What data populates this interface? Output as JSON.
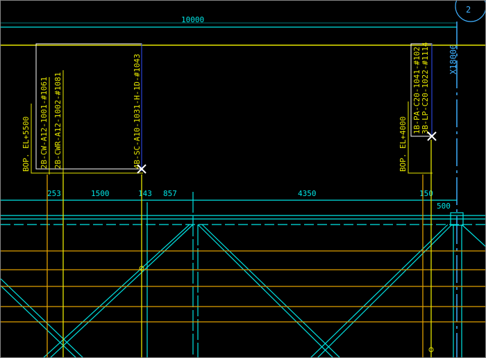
{
  "drawing": {
    "top_dimension": "10000",
    "grid_bubble": "2",
    "grid_label": "X18000",
    "left_group": {
      "elevation": "BOP. EL+5500",
      "tags": [
        "2B-CW-A12-1001-#1061",
        "2B-CWR-A12-1002-#1081",
        "4B-SC-A10-1031-H-1D-#1043"
      ]
    },
    "right_group": {
      "elevation": "BOP. EL+4000",
      "tags": [
        "1B-PA-C20-1041-#102",
        "3B-LP-C20-1022-#1114"
      ]
    },
    "dimensions": [
      "253",
      "1500",
      "143",
      "857",
      "4350",
      "150",
      "500"
    ],
    "colors": {
      "yellow": "#e8e800",
      "cyan": "#00e5e5",
      "blue": "#3fb0ff",
      "orange": "#e0a000",
      "white": "#ffffff"
    }
  }
}
